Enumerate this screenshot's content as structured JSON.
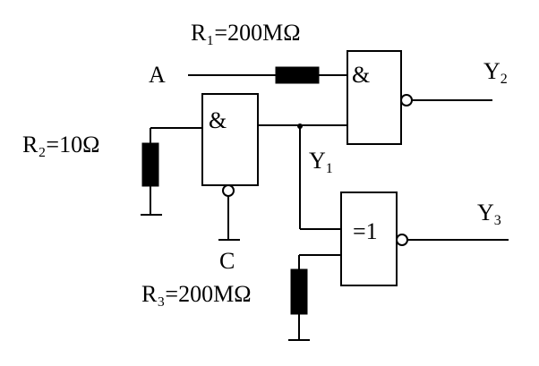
{
  "labels": {
    "r1": "R₁=200MΩ",
    "r2": "R₂=10Ω",
    "r3": "R₃=200MΩ",
    "input_a": "A",
    "input_c": "C",
    "y1": "Y",
    "y1_sub": "1",
    "y2": "Y",
    "y2_sub": "2",
    "y3": "Y",
    "y3_sub": "3"
  },
  "gates": {
    "gate1_symbol": "&",
    "gate2_symbol": "&",
    "gate3_symbol": "=1"
  }
}
